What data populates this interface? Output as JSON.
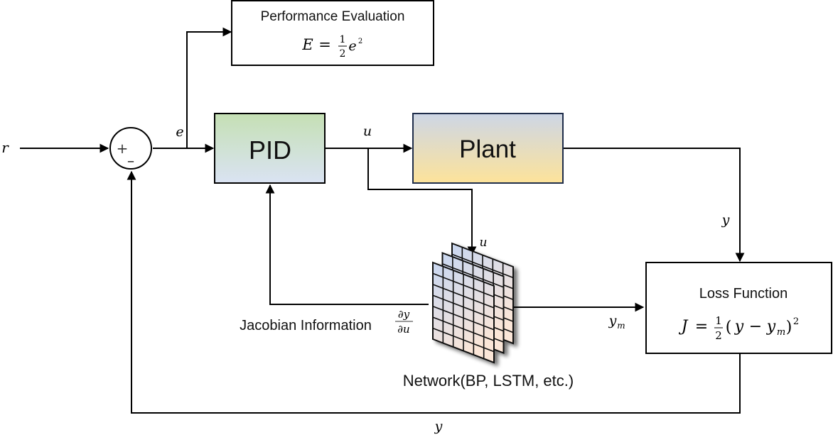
{
  "title": "Neural-network-assisted PID control loop",
  "blocks": {
    "performance": {
      "title": "Performance Evaluation",
      "formula": {
        "lhs": "E",
        "eq": "=",
        "num": "1",
        "den": "2",
        "var": "e",
        "exp": "2"
      }
    },
    "pid": {
      "label": "PID",
      "gradient_top": "#c5e0b4",
      "gradient_bottom": "#dae3f3",
      "border": "#000000"
    },
    "plant": {
      "label": "Plant",
      "gradient_top": "#cdd6e6",
      "gradient_bottom": "#fde39a",
      "border": "#1f2d4a"
    },
    "loss": {
      "title": "Loss Function",
      "formula": {
        "lhs": "J",
        "eq": "=",
        "num": "1",
        "den": "2",
        "open": "(",
        "a": "y",
        "minus": "−",
        "b": "y",
        "b_sub": "m",
        "close": ")",
        "exp": "2"
      }
    },
    "network": {
      "label": "Network(BP, LSTM, etc.)",
      "layers": 3,
      "columns": 6,
      "rows": 7,
      "color_top": "#c9d7f0",
      "color_bottom": "#fbe6d8"
    }
  },
  "summing_junction": {
    "plus": "+",
    "minus": "–"
  },
  "signals": {
    "reference": "r",
    "error": "e",
    "control": "u",
    "control_to_network": "u",
    "plant_output": "y",
    "model_output": "y",
    "model_output_sub": "m",
    "feedback": "y"
  },
  "jacobian": {
    "label": "Jacobian Information",
    "num": "∂y",
    "den": "∂u"
  }
}
